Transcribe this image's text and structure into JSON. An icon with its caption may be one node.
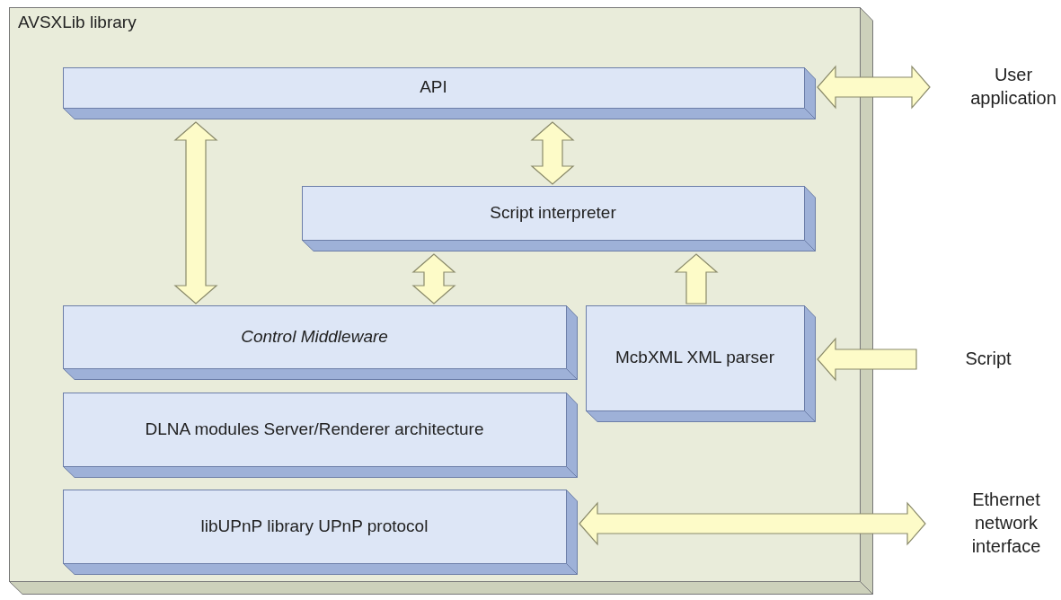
{
  "diagram": {
    "nodes": [
      {
        "text": [
          "AVSXLib library"
        ]
      },
      {
        "text": [
          "API"
        ],
        "in": 0
      },
      {
        "text": [
          "Script interpreter"
        ],
        "in": 0
      },
      {
        "text": [
          "Control Middleware"
        ],
        "in": 0
      },
      {
        "text": [
          "McbXML XML parser"
        ],
        "in": 0
      },
      {
        "text": [
          "DLNA modules Server/Renderer architecture"
        ],
        "in": 0
      },
      {
        "text": [
          "libUPnP library UPnP protocol"
        ],
        "in": 0
      },
      {
        "text": [
          "User application"
        ]
      },
      {
        "text": [
          "Script"
        ]
      },
      {
        "text": [
          "Ethernet network interface"
        ]
      }
    ],
    "edges": [
      {
        "from": 1,
        "to": 3,
        "arrow": "both"
      },
      {
        "from": 1,
        "to": 2,
        "arrow": "both"
      },
      {
        "from": 2,
        "to": 3,
        "arrow": "both"
      },
      {
        "from": 4,
        "to": 2,
        "arrow": "to"
      },
      {
        "from": 1,
        "to": 7,
        "arrow": "both"
      },
      {
        "from": 8,
        "to": 4,
        "arrow": "to"
      },
      {
        "from": 6,
        "to": 9,
        "arrow": "both"
      }
    ]
  }
}
